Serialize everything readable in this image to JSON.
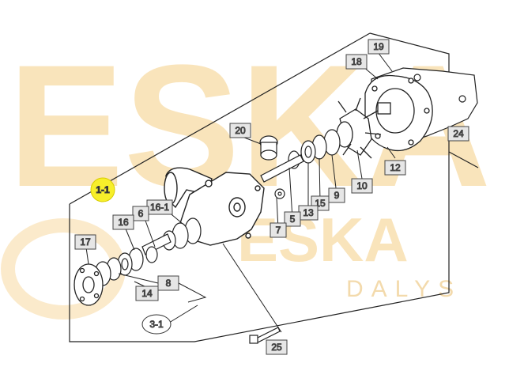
{
  "watermark": {
    "main": "ESKA",
    "secondary": "ESKA",
    "sub": "DALYS"
  },
  "diagram": {
    "highlight_color": "#f7ef2a",
    "label_box_color": "#e6e6e6",
    "line_color": "#222222",
    "callouts": [
      {
        "id": "c-1-1",
        "text": "1-1",
        "highlighted": true
      },
      {
        "id": "c-19",
        "text": "19"
      },
      {
        "id": "c-18",
        "text": "18"
      },
      {
        "id": "c-20",
        "text": "20"
      },
      {
        "id": "c-24",
        "text": "24"
      },
      {
        "id": "c-12",
        "text": "12"
      },
      {
        "id": "c-10",
        "text": "10"
      },
      {
        "id": "c-9",
        "text": "9"
      },
      {
        "id": "c-15",
        "text": "15"
      },
      {
        "id": "c-13",
        "text": "13"
      },
      {
        "id": "c-5",
        "text": "5"
      },
      {
        "id": "c-7",
        "text": "7"
      },
      {
        "id": "c-16-1",
        "text": "16-1"
      },
      {
        "id": "c-6",
        "text": "6"
      },
      {
        "id": "c-16",
        "text": "16"
      },
      {
        "id": "c-17",
        "text": "17"
      },
      {
        "id": "c-8",
        "text": "8"
      },
      {
        "id": "c-14",
        "text": "14"
      },
      {
        "id": "c-3-1",
        "text": "3-1",
        "oval": true
      },
      {
        "id": "c-25",
        "text": "25"
      }
    ]
  }
}
